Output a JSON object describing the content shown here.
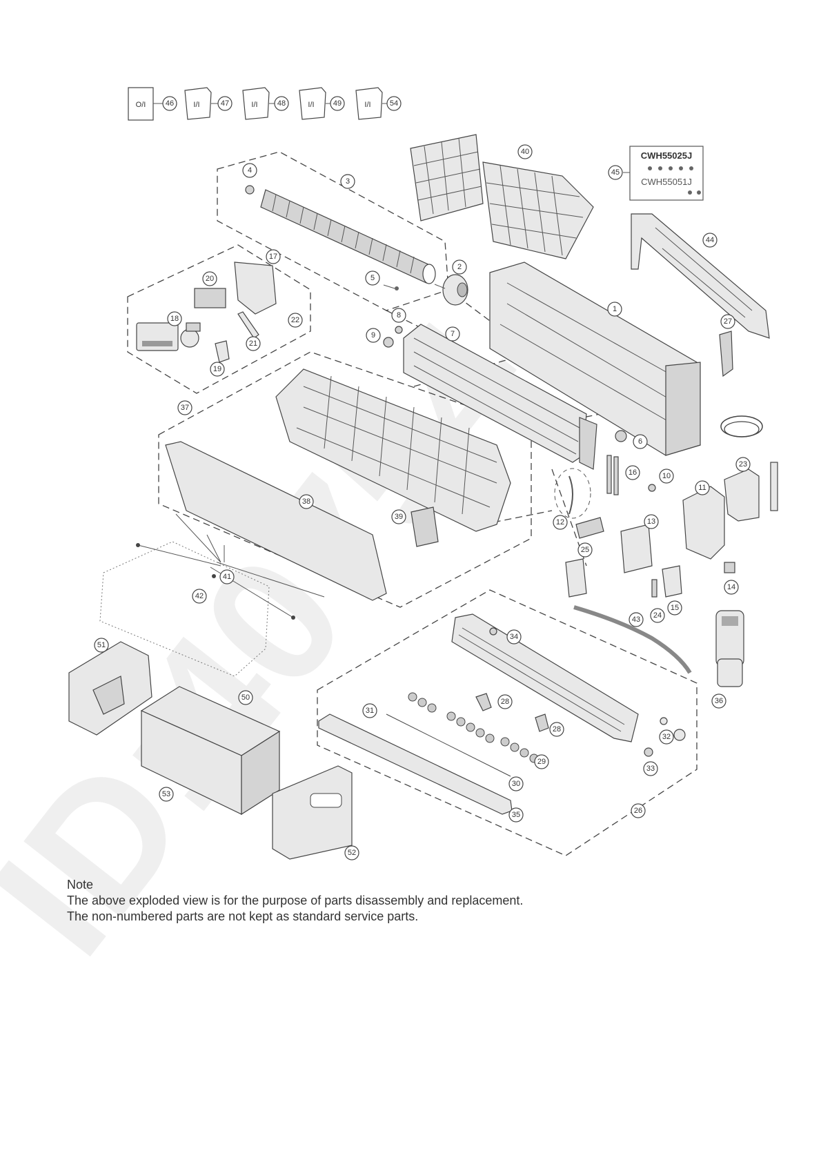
{
  "manual_labels": [
    {
      "box": "O/I",
      "num": "46"
    },
    {
      "box": "I/I",
      "num": "47"
    },
    {
      "box": "I/I",
      "num": "48"
    },
    {
      "box": "I/I",
      "num": "49"
    },
    {
      "box": "I/I",
      "num": "54"
    }
  ],
  "kit": {
    "num": "45",
    "title": "CWH55025J",
    "subtitle": "CWH55051J"
  },
  "watermark": "ID:40754",
  "part_numbers": [
    "1",
    "2",
    "3",
    "4",
    "5",
    "6",
    "7",
    "8",
    "9",
    "10",
    "11",
    "12",
    "13",
    "14",
    "15",
    "16",
    "17",
    "18",
    "19",
    "20",
    "21",
    "22",
    "23",
    "24",
    "25",
    "26",
    "27",
    "28",
    "29",
    "30",
    "31",
    "32",
    "33",
    "34",
    "35",
    "36",
    "37",
    "38",
    "39",
    "40",
    "41",
    "42",
    "43",
    "44",
    "50",
    "51",
    "52",
    "53"
  ],
  "note": {
    "heading": "Note",
    "line1": "The above exploded view is for the purpose of parts disassembly and replacement.",
    "line2": "The non-numbered parts are not kept as standard service parts."
  }
}
